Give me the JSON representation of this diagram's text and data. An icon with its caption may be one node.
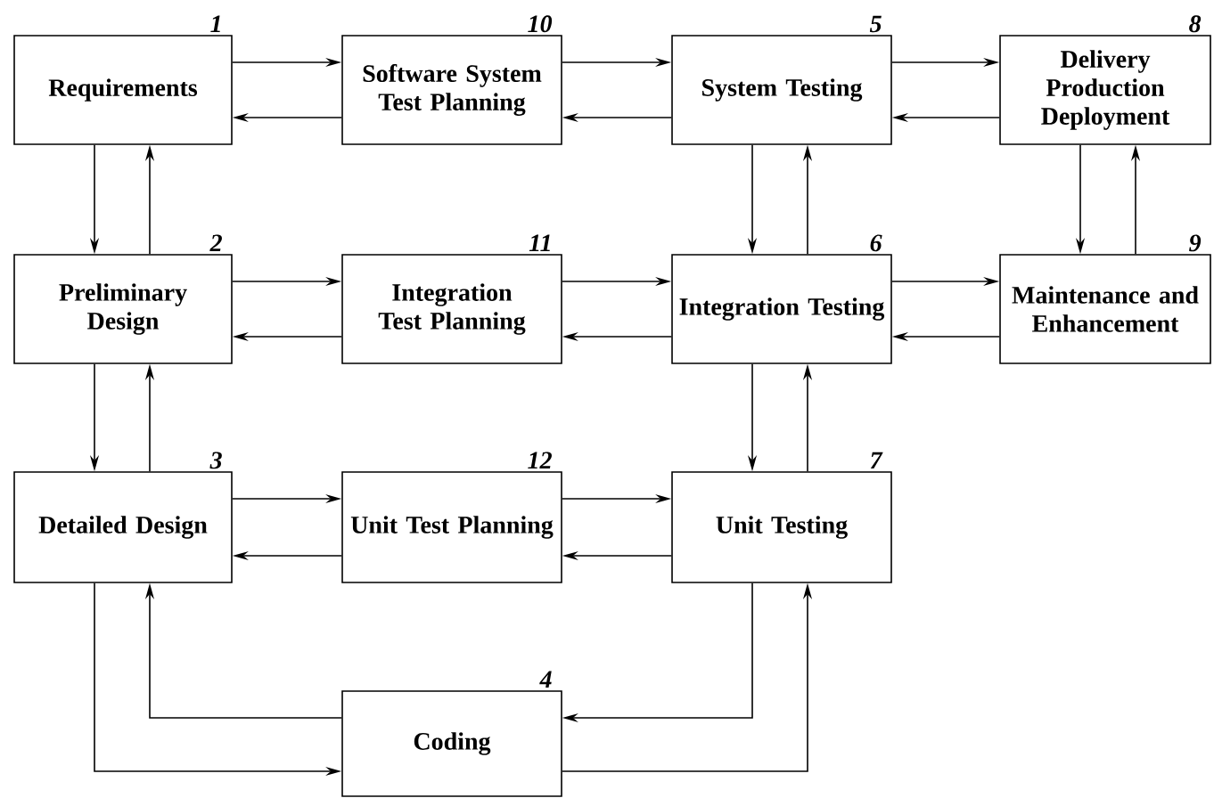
{
  "diagram": {
    "nodes": [
      {
        "text": [
          "Requirements"
        ],
        "beside": [
          "1"
        ]
      },
      {
        "text": [
          "Software System Test Planning"
        ],
        "beside": [
          "10"
        ]
      },
      {
        "text": [
          "System Testing"
        ],
        "beside": [
          "5"
        ]
      },
      {
        "text": [
          "Delivery Production Deployment"
        ],
        "beside": [
          "8"
        ]
      },
      {
        "text": [
          "Preliminary Design"
        ],
        "beside": [
          "2"
        ]
      },
      {
        "text": [
          "Integration Test Planning"
        ],
        "beside": [
          "11"
        ]
      },
      {
        "text": [
          "Integration Testing"
        ],
        "beside": [
          "6"
        ]
      },
      {
        "text": [
          "Maintenance and Enhancement"
        ],
        "beside": [
          "9"
        ]
      },
      {
        "text": [
          "Detailed Design"
        ],
        "beside": [
          "3"
        ]
      },
      {
        "text": [
          "Unit Test Planning"
        ],
        "beside": [
          "12"
        ]
      },
      {
        "text": [
          "Unit Testing"
        ],
        "beside": [
          "7"
        ]
      },
      {
        "text": [
          "Coding"
        ],
        "beside": [
          "4"
        ]
      }
    ],
    "edges": [
      {
        "from": 0,
        "to": 1,
        "arrow": "to"
      },
      {
        "from": 1,
        "to": 0,
        "arrow": "to"
      },
      {
        "from": 1,
        "to": 2,
        "arrow": "to"
      },
      {
        "from": 2,
        "to": 1,
        "arrow": "to"
      },
      {
        "from": 2,
        "to": 3,
        "arrow": "to"
      },
      {
        "from": 3,
        "to": 2,
        "arrow": "to"
      },
      {
        "from": 0,
        "to": 4,
        "arrow": "to"
      },
      {
        "from": 4,
        "to": 0,
        "arrow": "to"
      },
      {
        "from": 2,
        "to": 6,
        "arrow": "to"
      },
      {
        "from": 6,
        "to": 2,
        "arrow": "to"
      },
      {
        "from": 3,
        "to": 7,
        "arrow": "to"
      },
      {
        "from": 7,
        "to": 3,
        "arrow": "to"
      },
      {
        "from": 4,
        "to": 5,
        "arrow": "to"
      },
      {
        "from": 5,
        "to": 4,
        "arrow": "to"
      },
      {
        "from": 5,
        "to": 6,
        "arrow": "to"
      },
      {
        "from": 6,
        "to": 5,
        "arrow": "to"
      },
      {
        "from": 6,
        "to": 7,
        "arrow": "to"
      },
      {
        "from": 7,
        "to": 6,
        "arrow": "to"
      },
      {
        "from": 4,
        "to": 8,
        "arrow": "to"
      },
      {
        "from": 8,
        "to": 4,
        "arrow": "to"
      },
      {
        "from": 6,
        "to": 10,
        "arrow": "to"
      },
      {
        "from": 10,
        "to": 6,
        "arrow": "to"
      },
      {
        "from": 8,
        "to": 9,
        "arrow": "to"
      },
      {
        "from": 9,
        "to": 8,
        "arrow": "to"
      },
      {
        "from": 9,
        "to": 10,
        "arrow": "to"
      },
      {
        "from": 10,
        "to": 9,
        "arrow": "to"
      },
      {
        "from": 8,
        "to": 11,
        "arrow": "to"
      },
      {
        "from": 11,
        "to": 8,
        "arrow": "to"
      },
      {
        "from": 10,
        "to": 11,
        "arrow": "to"
      },
      {
        "from": 11,
        "to": 10,
        "arrow": "to"
      }
    ]
  }
}
